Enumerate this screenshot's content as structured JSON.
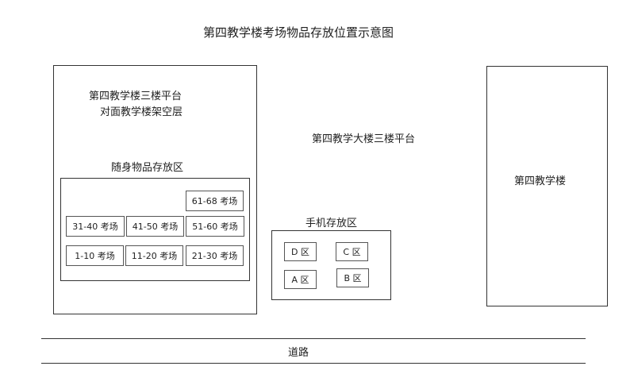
{
  "title": "第四教学楼考场物品存放位置示意图",
  "left_building": {
    "line1": "第四教学楼三楼平台",
    "line2": "对面教学楼架空层",
    "area_label": "随身物品存放区",
    "rooms": [
      "61-68 考场",
      "31-40 考场",
      "41-50 考场",
      "51-60 考场",
      "1-10 考场",
      "11-20 考场",
      "21-30 考场"
    ]
  },
  "center_label": "第四教学大楼三楼平台",
  "phone_area": {
    "label": "手机存放区",
    "zones": [
      "D 区",
      "C 区",
      "A 区",
      "B 区"
    ]
  },
  "right_building": {
    "label": "第四教学楼"
  },
  "road": {
    "label": "道路"
  }
}
